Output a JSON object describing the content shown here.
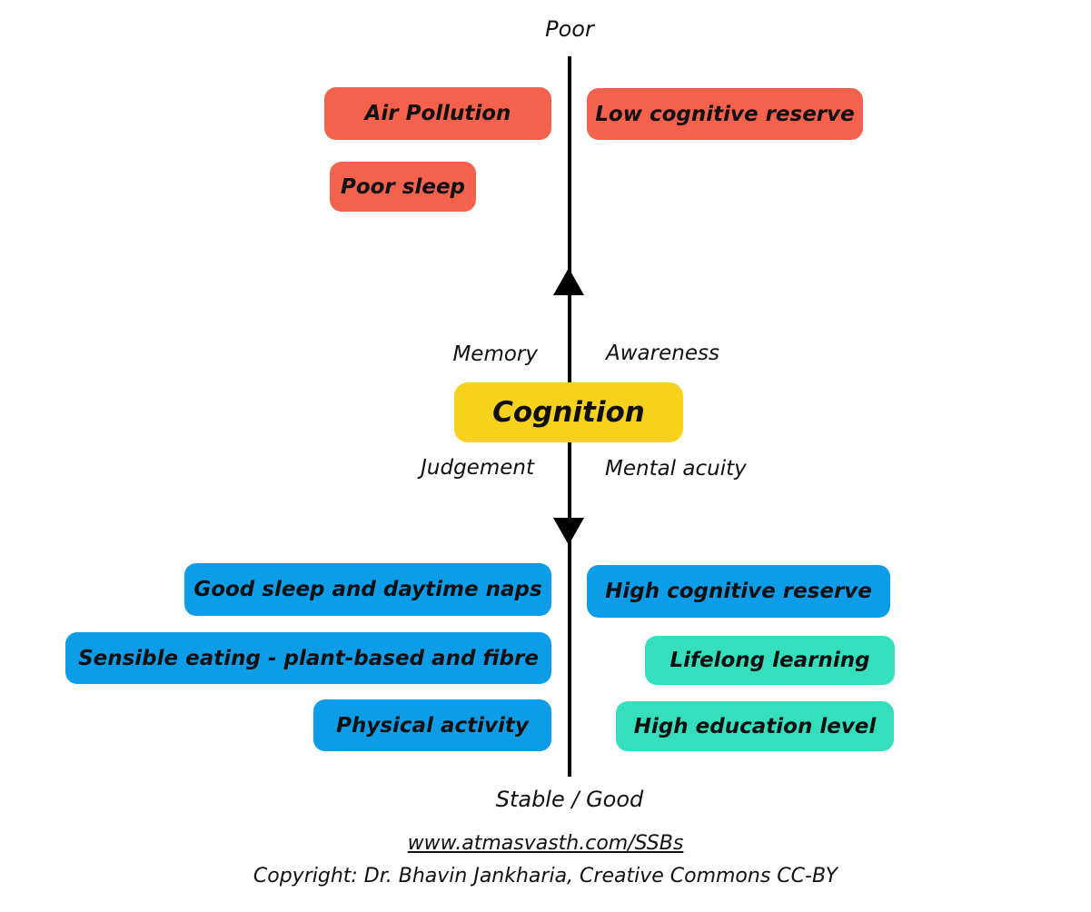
{
  "axis": {
    "top_label": "Poor",
    "bottom_label": "Stable / Good"
  },
  "center": {
    "label": "Cognition",
    "facets": {
      "top_left": "Memory",
      "top_right": "Awareness",
      "bottom_left": "Judgement",
      "bottom_right": "Mental acuity"
    }
  },
  "negative_factors": {
    "air_pollution": "Air Pollution",
    "low_cognitive_reserve": "Low cognitive reserve",
    "poor_sleep": "Poor sleep"
  },
  "positive_factors": {
    "good_sleep": "Good sleep and daytime naps",
    "high_cognitive_reserve": "High cognitive reserve",
    "sensible_eating": "Sensible eating - plant-based and fibre",
    "physical_activity": "Physical activity",
    "lifelong_learning": "Lifelong learning",
    "high_education": "High education level"
  },
  "footer": {
    "link": "www.atmasvasth.com/SSBs",
    "copyright": "Copyright: Dr. Bhavin Jankharia, Creative Commons CC-BY"
  },
  "colors": {
    "negative_box": "#f4614d",
    "center_box": "#f7d21d",
    "positive_primary_box": "#0d9de8",
    "positive_secondary_box": "#35dfbe",
    "axis_line": "#000000",
    "background": "#ffffff"
  }
}
